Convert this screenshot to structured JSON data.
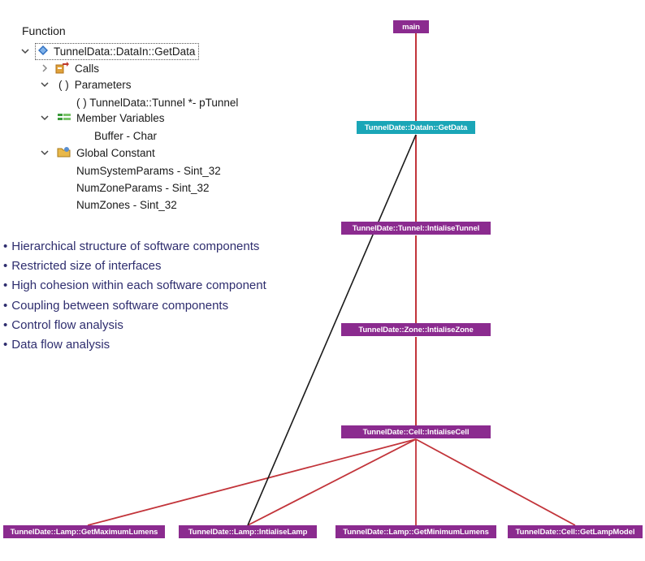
{
  "tree": {
    "title": "Function",
    "root": "TunnelData::DataIn::GetData",
    "calls": "Calls",
    "parameters": "Parameters",
    "parameters_prefix": "( )",
    "parameter_item": "( ) TunnelData::Tunnel *- pTunnel",
    "member_variables": "Member Variables",
    "member_item": "Buffer - Char",
    "global_constant": "Global Constant",
    "constants": [
      "NumSystemParams - Sint_32",
      "NumZoneParams - Sint_32",
      "NumZones - Sint_32"
    ]
  },
  "bullets": [
    "Hierarchical structure of software components",
    "Restricted size of interfaces",
    "High cohesion within each software component",
    "Coupling between software components",
    "Control flow analysis",
    "Data flow analysis"
  ],
  "graph": {
    "main": "main",
    "getdata": "TunnelDate::DataIn::GetData",
    "tunnel": "TunnelDate::Tunnel::IntialiseTunnel",
    "zone": "TunnelDate::Zone::IntialiseZone",
    "cell": "TunnelDate::Cell::IntialiseCell",
    "leaves": [
      "TunnelDate::Lamp::GetMaximumLumens",
      "TunnelDate::Lamp::IntialiseLamp",
      "TunnelDate::Lamp::GetMinimumLumens",
      "TunnelDate::Cell::GetLampModel"
    ]
  },
  "colors": {
    "node": "#8b2b8f",
    "node_active": "#1aa6b7",
    "call_edge": "#c2343a",
    "data_edge": "#1a1a1a",
    "bullet_text": "#2e2d6e"
  }
}
